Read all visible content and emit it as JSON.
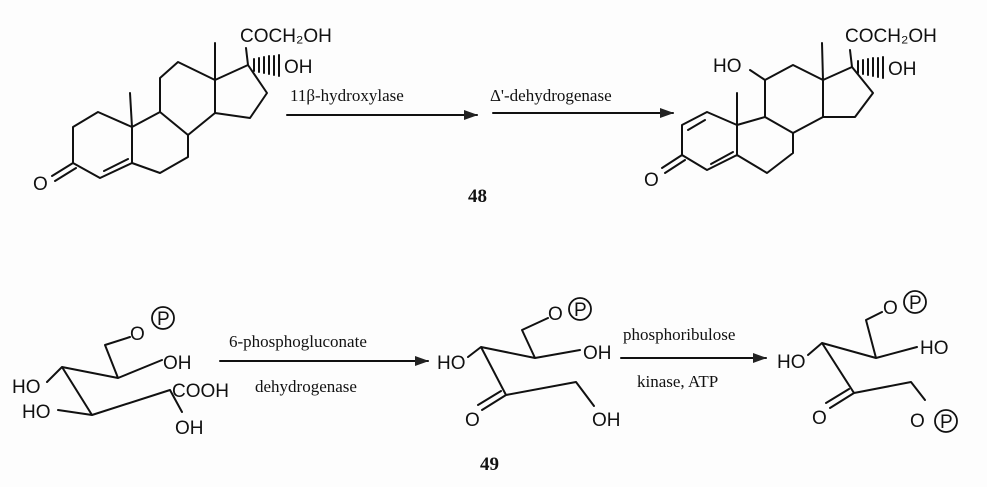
{
  "scheme_48": {
    "compound_number": "48",
    "substrate": {
      "side_chain": "COCH₂OH",
      "hydroxyl": "OH",
      "ketone_o": "O"
    },
    "step1_enzyme": "11β-hydroxylase",
    "step2_enzyme": "Δ'-dehydrogenase",
    "product": {
      "side_chain": "COCH₂OH",
      "hydroxyl": "OH",
      "c11_hydroxyl": "HO",
      "ketone_o": "O"
    }
  },
  "scheme_49": {
    "compound_number": "49",
    "phosphate_symbol": "P",
    "substrate": {
      "o": "O",
      "oh_top": "OH",
      "ho_left": "HO",
      "cooh": "COOH",
      "ho_lower": "HO",
      "oh_bottom": "OH"
    },
    "step1_enzyme_line1": "6-phosphogluconate",
    "step1_enzyme_line2": "dehydrogenase",
    "intermediate": {
      "o": "O",
      "oh_right": "OH",
      "ho_left": "HO",
      "ketone_o": "O",
      "oh_bottom": "OH"
    },
    "step2_enzyme_line1": "phosphoribulose",
    "step2_enzyme_line2": "kinase,  ATP",
    "product": {
      "o_top": "O",
      "ho_right": "HO",
      "ho_left": "HO",
      "ketone_o": "O",
      "o_bottom": "O"
    }
  }
}
